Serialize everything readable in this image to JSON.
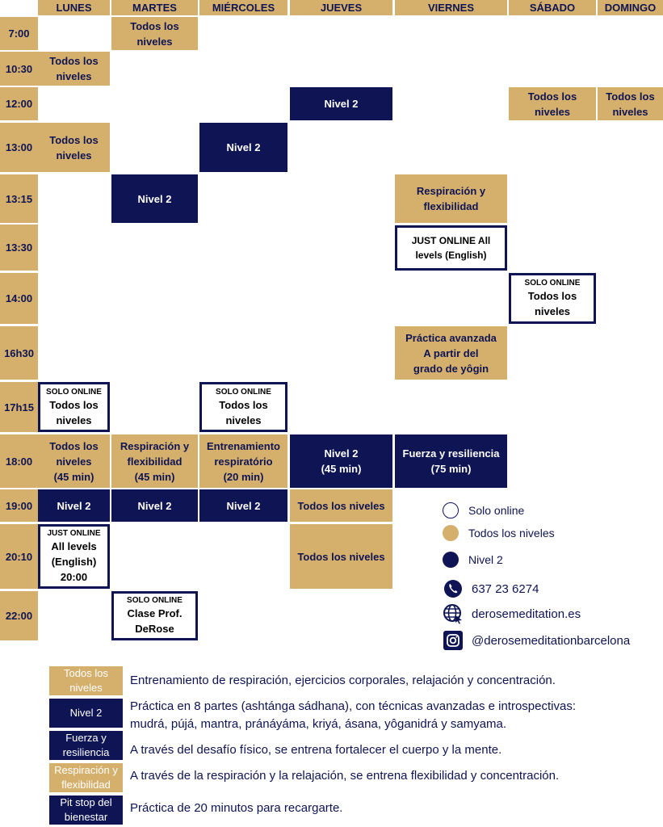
{
  "days": [
    "LUNES",
    "MARTES",
    "MIÉRCOLES",
    "JUEVES",
    "VIERNES",
    "SÁBADO",
    "DOMINGO"
  ],
  "times": [
    "7:00",
    "10:30",
    "12:00",
    "13:00",
    "13:15",
    "13:30",
    "14:00",
    "16h30",
    "17h15",
    "18:00",
    "19:00",
    "20:10",
    "22:00"
  ],
  "classes": {
    "c1": "Todos los\nniveles",
    "c2": "Todos los\nniveles",
    "c3": "Nivel 2",
    "c4": "Todos los\nniveles",
    "c5": "Todos los\nniveles",
    "c6": "Todos los\nniveles",
    "c7": "Nivel 2",
    "c8": "Nivel 2",
    "c9": "Respiración y\nflexibilidad",
    "c10": "JUST ONLINE All\nlevels (English)",
    "c11_tag": "SOLO ONLINE",
    "c11": "Todos los\nniveles",
    "c12": "Práctica avanzada\nA partir del\ngrado de yôgin",
    "c13_tag": "SOLO ONLINE",
    "c13": "Todos los\nniveles",
    "c14_tag": "SOLO ONLINE",
    "c14": "Todos los\nniveles",
    "c15": "Todos los\nniveles\n(45 min)",
    "c16": "Respiración y\nflexibilidad\n(45 min)",
    "c17": "Entrenamiento\nrespiratório\n(20 min)",
    "c18": "Nivel 2\n(45 min)",
    "c19": "Fuerza y resiliencia\n(75 min)",
    "c20": "Nivel 2",
    "c21": "Nivel 2",
    "c22": "Nivel 2",
    "c23": "Todos los niveles",
    "c24_tag": "JUST ONLINE",
    "c24": "All levels\n(English)\n20:00",
    "c25": "Todos los niveles",
    "c26_tag": "SOLO ONLINE",
    "c26": "Clase Prof.\nDeRose"
  },
  "legend": {
    "online": "Solo online",
    "todos": "Todos los niveles",
    "nivel2": "Nivel 2"
  },
  "contact": {
    "phone": "637 23 6274",
    "web": "derosemeditation.es",
    "instagram": "@derosemeditationbarcelona",
    "phone_icon": "phone-icon",
    "web_icon": "globe-icon",
    "instagram_icon": "instagram-icon"
  },
  "key": [
    {
      "label": "Todos los\nniveles",
      "desc": "Entrenamiento de respiración, ejercicios corporales, relajación  y concentración."
    },
    {
      "label": "Nivel 2",
      "desc": "Práctica en 8 partes (ashtánga sádhana), con técnicas  avanzadas e introspectivas:\nmudrá, pújá, mantra, pránáyáma, kriyá, ásana, yôganidrá y samyama."
    },
    {
      "label": "Fuerza y\nresiliencia",
      "desc": "A través del desafío físico, se entrena fortalecer el cuerpo y la mente."
    },
    {
      "label": "Respiración y\nflexibilidad",
      "desc": "A través de la respiración y la relajación, se entrena flexibilidad y concentración."
    },
    {
      "label": "Pit stop del\nbienestar",
      "desc": "Práctica de 20 minutos para recargarte."
    }
  ],
  "colors": {
    "gold": "#d5b06c",
    "navy": "#0e1454"
  }
}
